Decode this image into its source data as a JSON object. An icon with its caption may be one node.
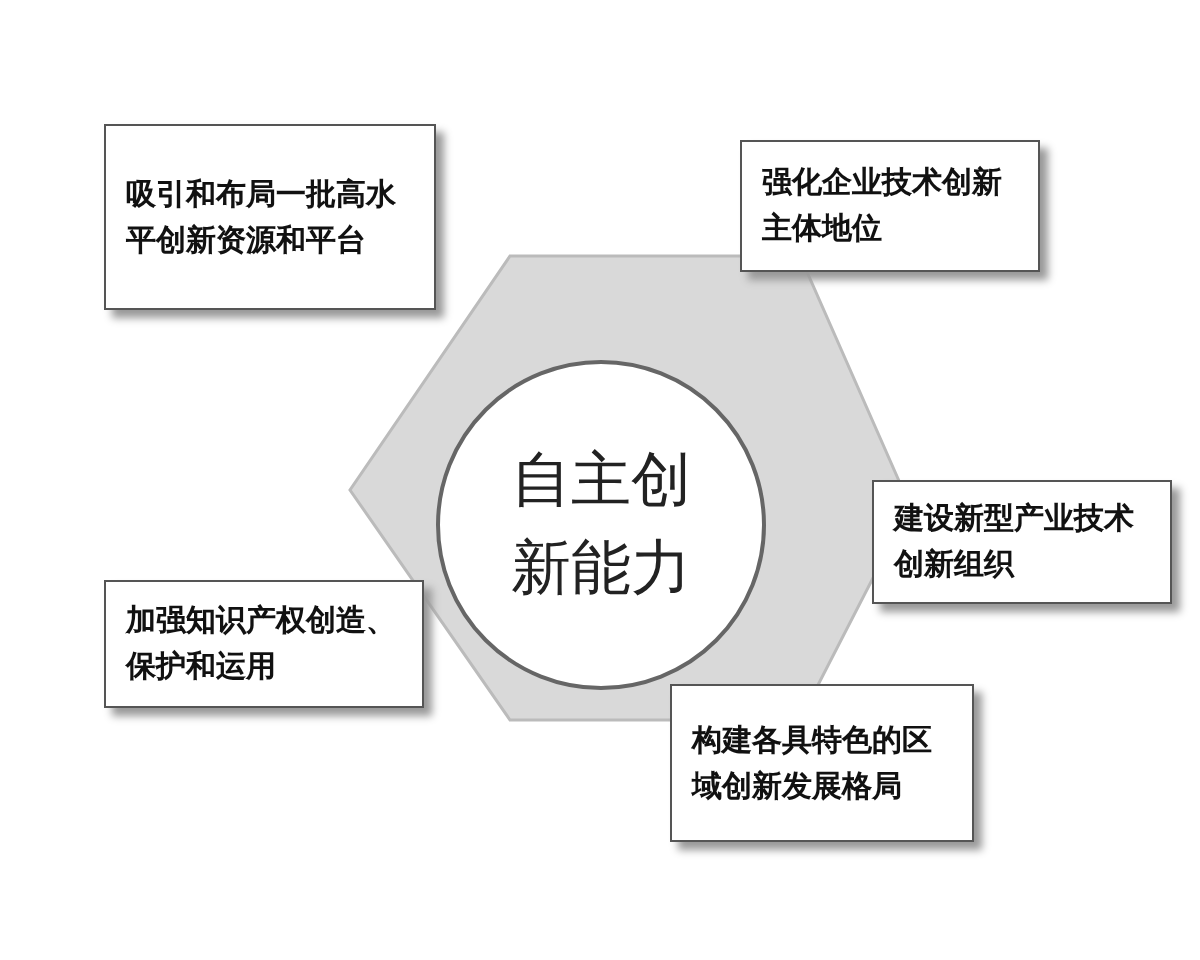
{
  "diagram": {
    "nodes": [
      {
        "text": [],
        "shape": "hexagon"
      },
      {
        "text": [
          "自主创新能力"
        ],
        "in": 0
      },
      {
        "text": [
          "吸引和布局一批高水平创新资源和平台"
        ]
      },
      {
        "text": [
          "强化企业技术创新主体地位"
        ]
      },
      {
        "text": [
          "建设新型产业技术创新组织"
        ]
      },
      {
        "text": [
          "加强知识产权创造、保护和运用"
        ]
      },
      {
        "text": [
          "构建各具特色的区域创新发展格局"
        ]
      }
    ]
  }
}
